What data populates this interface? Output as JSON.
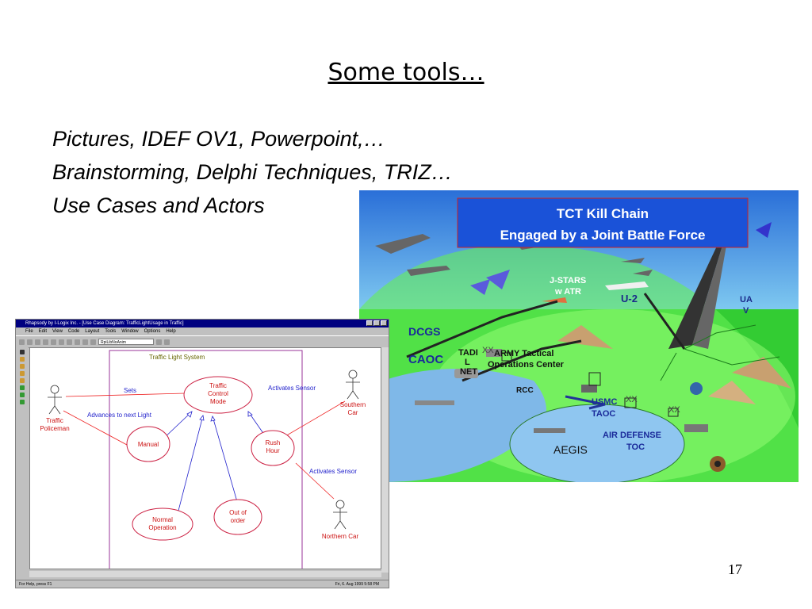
{
  "slide": {
    "title": "Some tools…",
    "bullets": [
      "Pictures, IDEF OV1, Powerpoint,…",
      "Brainstorming, Delphi Techniques, TRIZ…",
      "Use Cases and Actors"
    ],
    "page_number": "17"
  },
  "battle_picture": {
    "title_line1": "TCT Kill Chain",
    "title_line2": "Engaged by a Joint Battle Force",
    "labels": {
      "jstars": "J-STARS",
      "w_atr": "w ATR",
      "u2": "U-2",
      "ua": "UA",
      "v": "V",
      "dcgs": "DCGS",
      "caoc": "CAOC",
      "tadi": "TADI",
      "l": "L",
      "net": "NET",
      "army_toc_1": "ARMY  Tactical",
      "army_toc_2": "Operations Center",
      "rcc": "RCC",
      "usmc": "USMC",
      "taoc": "TAOC",
      "air_defense": "AIR DEFENSE",
      "toc": "TOC",
      "aegis": "AEGIS",
      "xx1": "XX",
      "xx2": "XX",
      "xx3": "XX"
    }
  },
  "rhapsody": {
    "window_title": "Rhapsody by I-Logix Inc. - [Use Case Diagram: TrafficLightUsage in Traffic]",
    "menu": [
      "File",
      "Edit",
      "View",
      "Code",
      "Layout",
      "Tools",
      "Window",
      "Options",
      "Help"
    ],
    "combo_value": "RpiLibNoAnim",
    "status_left": "For Help, press F1",
    "status_datetime": "Fri, 6. Aug 1999    5:58 PM",
    "diagram": {
      "system_boundary": "Traffic Light System",
      "use_cases": {
        "control_1": "Traffic",
        "control_2": "Control",
        "control_3": "Mode",
        "manual": "Manual",
        "normal_1": "Normal",
        "normal_2": "Operation",
        "ooo_1": "Out of",
        "ooo_2": "order",
        "rush_1": "Rush",
        "rush_2": "Hour"
      },
      "actors": {
        "policeman_1": "Traffic",
        "policeman_2": "Policeman",
        "southern_1": "Southern",
        "southern_2": "Car",
        "northern": "Northern Car"
      },
      "associations": {
        "sets": "Sets",
        "advances": "Advances to next Light",
        "activates_1": "Activates Sensor",
        "activates_2": "Activates Sensor"
      }
    }
  }
}
